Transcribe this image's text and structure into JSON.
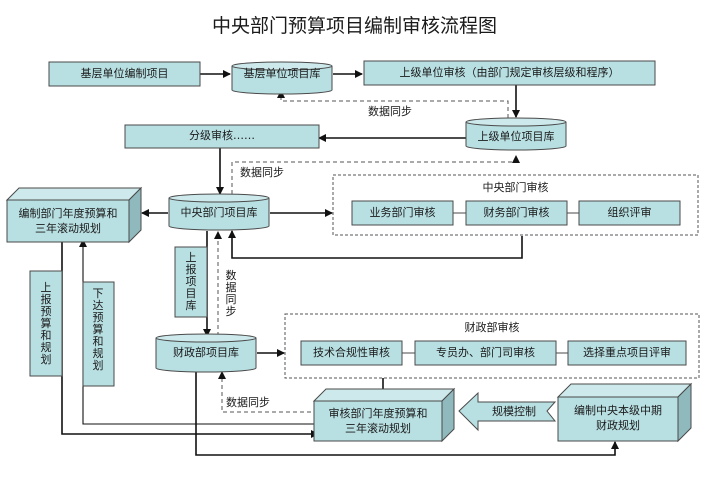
{
  "title": "中央部门预算项目编制审核流程图",
  "colors": {
    "box_fill": "#b8dfe2",
    "box_stroke": "#4a4a4a",
    "box_side": "#8fb9bd",
    "box_top": "#cde9eb",
    "line": "#111111",
    "dashed": "#666666"
  },
  "nodes": {
    "grassroots_compile": "基层单位编制项目",
    "grassroots_db": "基层单位项目库",
    "upper_review": "上级单位审核（由部门规定审核层级和程序）",
    "upper_db": "上级单位项目库",
    "tiered_review": "分级审核……",
    "central_db": "中央部门项目库",
    "dept_budget_compile": [
      "编制部门年度预算和",
      "三年滚动规划"
    ],
    "finance_db": "财政部项目库",
    "review_budget": [
      "审核部门年度预算和",
      "三年滚动规划"
    ],
    "midterm_plan": [
      "编制中央本级中期",
      "财政规划"
    ],
    "scale_control": "规模控制"
  },
  "groups": {
    "central_review": {
      "title": "中央部门审核",
      "items": [
        "业务部门审核",
        "财务部门审核",
        "组织评审"
      ]
    },
    "mof_review": {
      "title": "财政部审核",
      "items": [
        "技术合规性审核",
        "专员办、部门司审核",
        "选择重点项目评审"
      ]
    }
  },
  "vertical_labels": {
    "report_budget": "上报预算和规划",
    "issue_budget": "下达预算和规划",
    "report_projects": "上报项目库",
    "data_sync_vertical": "数据同步"
  },
  "edge_labels": {
    "data_sync_1": "数据同步",
    "data_sync_2": "数据同步",
    "data_sync_3": "数据同步"
  }
}
